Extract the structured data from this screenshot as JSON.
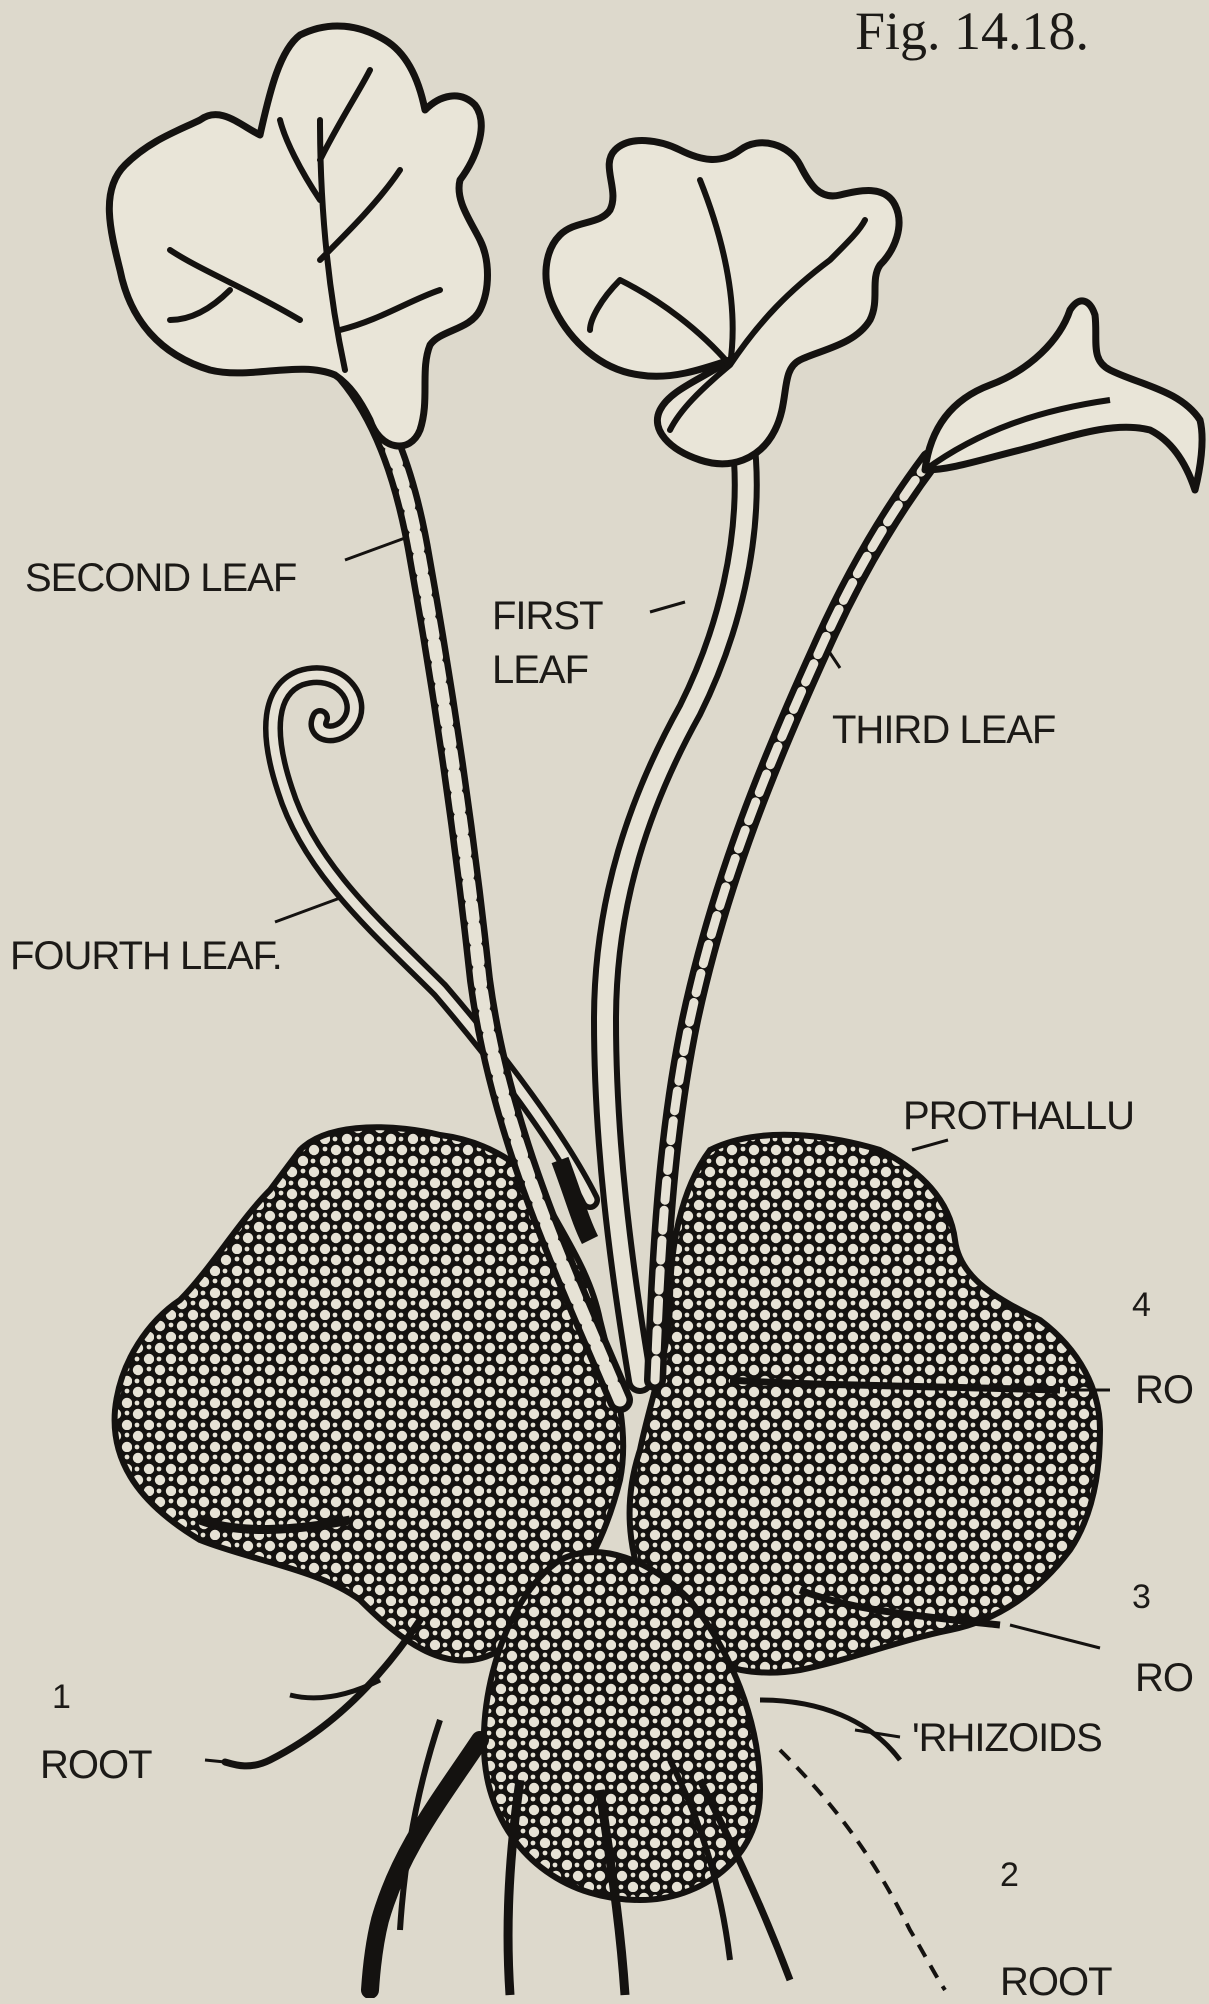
{
  "figure": {
    "caption": "Fig. 14.18."
  },
  "labels": {
    "second_leaf": "SECOND LEAF",
    "first_leaf_line1": "FIRST",
    "first_leaf_line2": "LEAF",
    "third_leaf": "THIRD LEAF",
    "fourth_leaf": "FOURTH LEAF.",
    "prothallus": "PROTHALLU",
    "root4_number": "4",
    "root4_text": "RO",
    "root3_number": "3",
    "root3_text": "RO",
    "root1_number": "1",
    "root1_text": "ROOT",
    "rhizoids": "'RHIZOIDS",
    "root2_number": "2",
    "root2_text": "ROOT"
  }
}
